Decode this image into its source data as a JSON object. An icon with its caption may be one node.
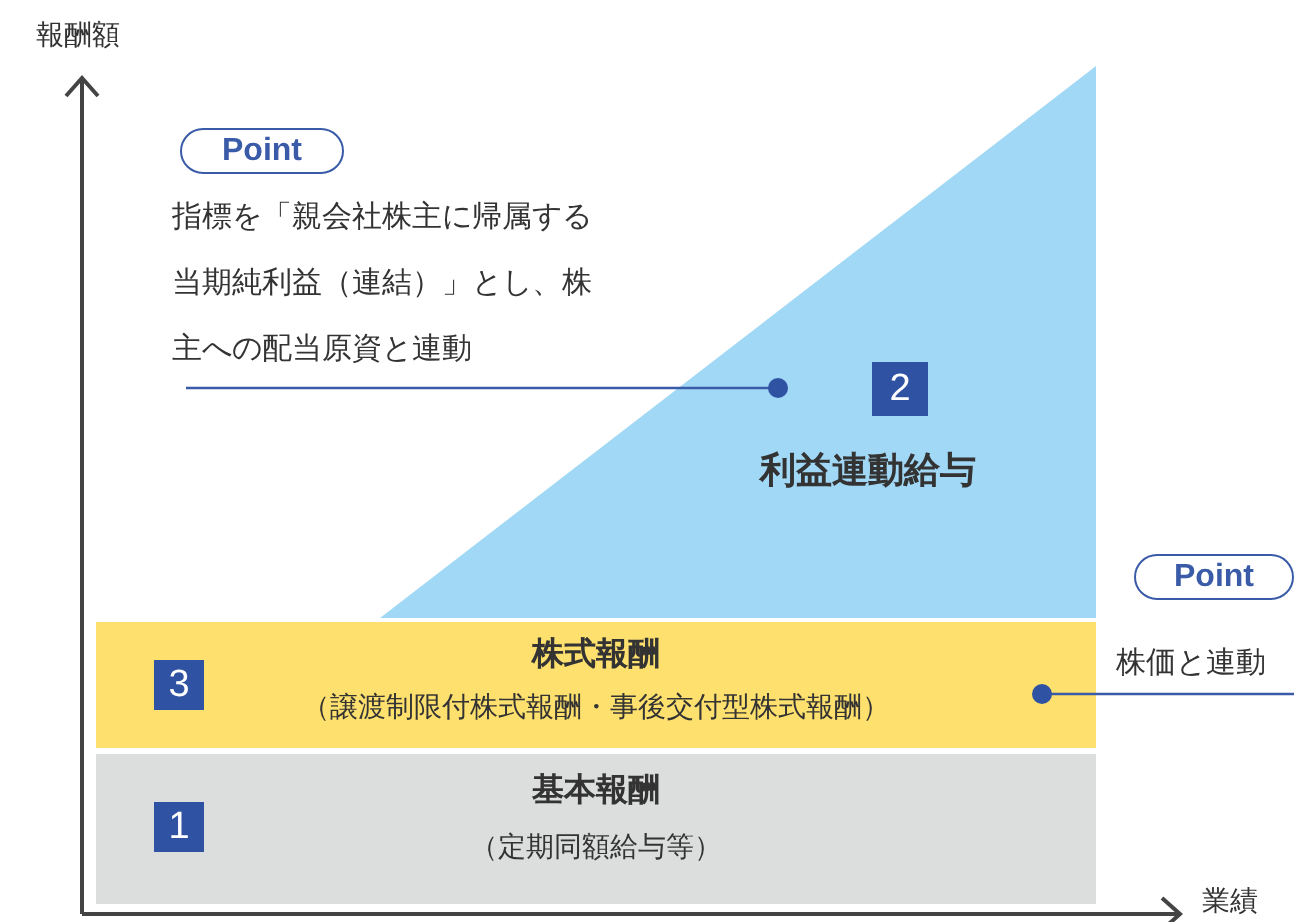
{
  "diagram": {
    "nodes": [
      {
        "text": [
          "利益連動給与"
        ]
      },
      {
        "text": [
          "2"
        ],
        "in": 0
      },
      {
        "text": [
          "株式報酬",
          "（譲渡制限付株式報酬・事後交付型株式報酬）"
        ]
      },
      {
        "text": [
          "3"
        ],
        "in": 2
      },
      {
        "text": [
          "基本報酬",
          "（定期同額給与等）"
        ]
      },
      {
        "text": [
          "1"
        ],
        "in": 4
      },
      {
        "text": [
          "Point"
        ]
      },
      {
        "text": [
          "指標を「親会社株主に帰属する当期純利益（連結）」とし、株主への配当原資と連動"
        ]
      },
      {
        "text": [
          "Point"
        ]
      },
      {
        "text": [
          "株価と連動"
        ]
      }
    ],
    "edges": [
      {
        "from": 7,
        "to": 0,
        "arrow": "other"
      },
      {
        "from": 9,
        "to": 2,
        "arrow": "other"
      }
    ],
    "labels": [
      "報酬額",
      "業績"
    ]
  }
}
